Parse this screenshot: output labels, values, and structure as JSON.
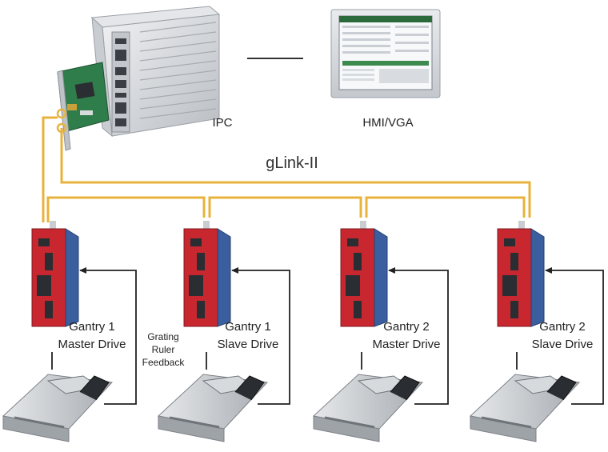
{
  "labels": {
    "ipc": "IPC",
    "hmi": "HMI/VGA",
    "bus": "gLink-II",
    "feedback": [
      "Grating",
      "Ruler",
      "Feedback"
    ]
  },
  "drives": [
    {
      "line1": "Gantry 1",
      "line2": "Master Drive"
    },
    {
      "line1": "Gantry 1",
      "line2": "Slave Drive"
    },
    {
      "line1": "Gantry 2",
      "line2": "Master Drive"
    },
    {
      "line1": "Gantry 2",
      "line2": "Slave Drive"
    }
  ],
  "colors": {
    "bus_cable": "#e8b33c",
    "drive_red": "#c8272f",
    "drive_blue": "#3b5e9e",
    "ipc_silver": "#d6d9dc",
    "pcb_green": "#2f7d4a",
    "arrow": "#222222"
  }
}
